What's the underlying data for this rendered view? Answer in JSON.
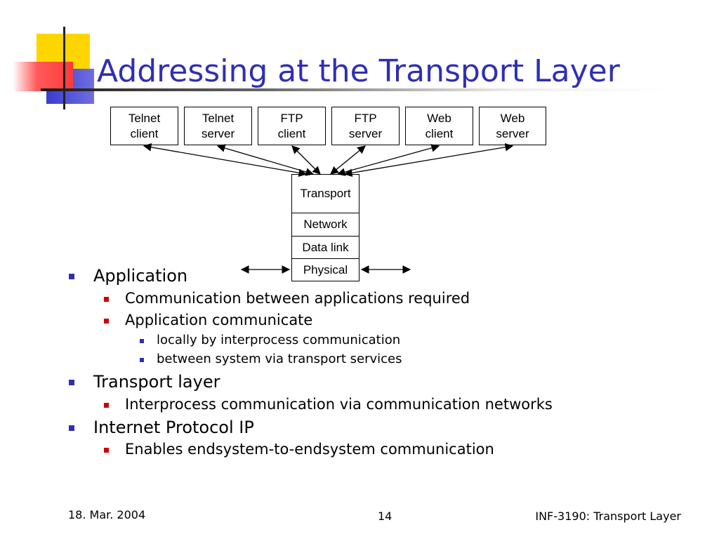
{
  "slide": {
    "title": "Addressing at the Transport Layer"
  },
  "diagram": {
    "apps": [
      {
        "line1": "Telnet",
        "line2": "client"
      },
      {
        "line1": "Telnet",
        "line2": "server"
      },
      {
        "line1": "FTP",
        "line2": "client"
      },
      {
        "line1": "FTP",
        "line2": "server"
      },
      {
        "line1": "Web",
        "line2": "client"
      },
      {
        "line1": "Web",
        "line2": "server"
      }
    ],
    "stack": [
      "Transport",
      "Network",
      "Data link",
      "Physical"
    ]
  },
  "bullets": [
    {
      "level": 1,
      "text": "Application"
    },
    {
      "level": 2,
      "text": "Communication between applications required"
    },
    {
      "level": 2,
      "text": "Application communicate"
    },
    {
      "level": 3,
      "text": "locally by interprocess communication"
    },
    {
      "level": 3,
      "text": "between system via transport services"
    },
    {
      "level": 1,
      "text": "Transport layer"
    },
    {
      "level": 2,
      "text": "Interprocess communication via communication networks"
    },
    {
      "level": 1,
      "text": "Internet Protocol IP"
    },
    {
      "level": 2,
      "text": "Enables endsystem-to-endsystem communication"
    }
  ],
  "footer": {
    "date": "18. Mar. 2004",
    "page": "14",
    "course": "INF-3190: Transport Layer"
  },
  "colors": {
    "title": "#2f2fb4",
    "bullet_level1": "#2f2fb4",
    "bullet_level2": "#cc0000",
    "bullet_level3": "#2f2fb4",
    "deco_yellow": "#ffd500",
    "deco_red": "#ff4a4a",
    "deco_blue": "#3b3bd0"
  }
}
